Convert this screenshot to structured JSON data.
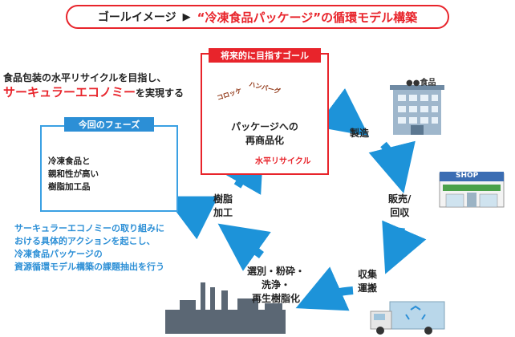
{
  "title": {
    "prefix": "ゴールイメージ",
    "arrow": "▶",
    "main": "“冷凍食品パッケージ”の循環モデル構築"
  },
  "intro": {
    "line1": "食品包装の水平リサイクルを目指し、",
    "line2_red": "サーキュラーエコノミー",
    "line2_rest": "を実現する"
  },
  "goal": {
    "header": "将来的に目指すゴール",
    "caption_line1": "パッケージへの",
    "caption_line2": "再商品化",
    "tag": "水平リサイクル",
    "package1_label": "コロッケ",
    "package2_label": "ハンバーグ"
  },
  "phase": {
    "header": "今回のフェーズ",
    "line1": "冷凍食品と",
    "line2": "親和性が高い",
    "line3": "樹脂加工品"
  },
  "note": {
    "line1": "サーキュラーエコノミーの取り組みに",
    "line2": "おける具体的アクションを起こし、",
    "line3": "冷凍食品パッケージの",
    "line4": "資源循環モデル構築の課題抽出を行う"
  },
  "steps": {
    "manufacturing": "製造",
    "sales_line1": "販売/",
    "sales_line2": "回収",
    "collection_line1": "収集",
    "collection_line2": "運搬",
    "processing_line1": "選別・粉砕・",
    "processing_line2": "洗浄・",
    "processing_line3": "再生樹脂化",
    "resin_line1": "樹脂",
    "resin_line2": "加工"
  },
  "factory_sign": "●●食品",
  "shop_sign": "SHOP",
  "colors": {
    "accent_red": "#e8242b",
    "accent_blue": "#2c8fd6",
    "arrow_blue": "#1d93d9",
    "resin_brown": "#7a4a33"
  },
  "icons": [
    "factory-building-icon",
    "shop-icon",
    "recycle-truck-icon",
    "industrial-plant-icon",
    "resin-sticks-icon",
    "food-package-icon",
    "cycle-arrow-icon"
  ]
}
